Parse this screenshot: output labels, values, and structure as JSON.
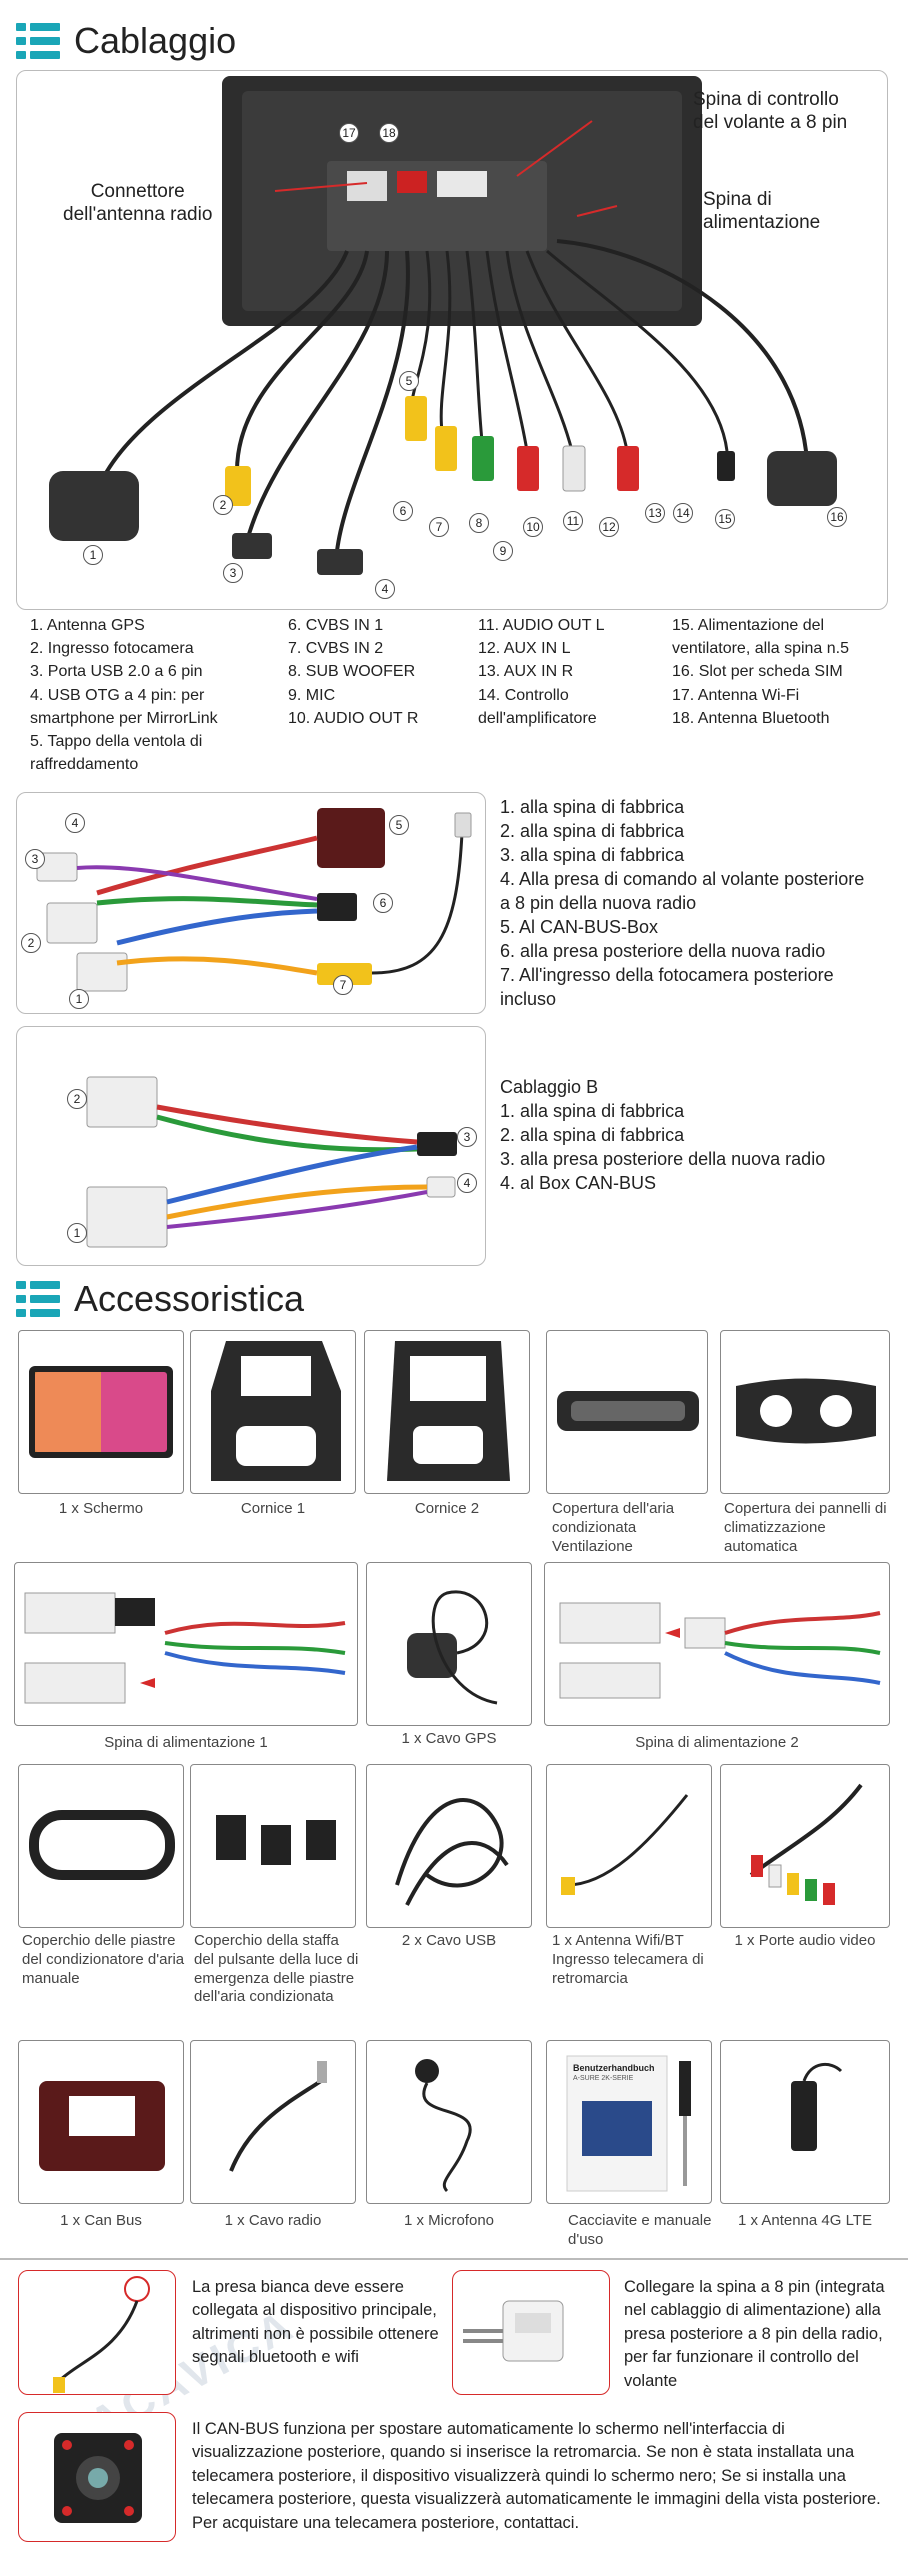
{
  "wiring": {
    "title": "Cablaggio",
    "callouts": {
      "antenna_connector": "Connettore\ndell'antenna radio",
      "steering_plug": "Spina di controllo\ndel volante a 8 pin",
      "power_plug": "Spina di\nalimentazione"
    },
    "numbers": [
      "1",
      "2",
      "3",
      "4",
      "5",
      "6",
      "7",
      "8",
      "9",
      "10",
      "11",
      "12",
      "13",
      "14",
      "15",
      "16",
      "17",
      "18"
    ],
    "legend_col1": [
      "1. Antenna GPS",
      "2. Ingresso fotocamera",
      "3. Porta USB 2.0 a 6 pin",
      "4. USB OTG a 4 pin: per smartphone per MirrorLink",
      "5. Tappo della ventola di raffreddamento"
    ],
    "legend_col2": [
      "6. CVBS IN 1",
      "7. CVBS IN 2",
      "8. SUB WOOFER",
      "9. MIC",
      "10. AUDIO OUT R"
    ],
    "legend_col3": [
      "11. AUDIO OUT L",
      "12. AUX IN L",
      "13. AUX IN R",
      "14. Controllo dell'amplificatore"
    ],
    "legend_col4": [
      "15. Alimentazione del ventilatore, alla spina n.5",
      "16. Slot per scheda SIM",
      "17. Antenna Wi-Fi",
      "18. Antenna Bluetooth"
    ],
    "harness_a": [
      "1. alla spina di fabbrica",
      "2. alla spina di fabbrica",
      "3. alla spina di fabbrica",
      "4. Alla presa di comando al volante posteriore a 8 pin della nuova radio",
      "5. Al CAN-BUS-Box",
      "6. alla presa posteriore della nuova radio",
      "7. All'ingresso della fotocamera posteriore incluso"
    ],
    "harness_b_title": "Cablaggio B",
    "harness_b": [
      "1. alla spina di fabbrica",
      "2. alla spina di fabbrica",
      "3. alla presa posteriore della nuova radio",
      "4. al Box CAN-BUS"
    ]
  },
  "accessories": {
    "title": "Accessoristica",
    "watermark": "ACAVICA",
    "items": [
      "1 x Schermo",
      "Cornice 1",
      "Cornice 2",
      "Copertura dell'aria condizionata Ventilazione",
      "Copertura dei pannelli di climatizzazione automatica",
      "Spina di alimentazione 1",
      "1 x Cavo GPS",
      "Spina di alimentazione 2",
      "Coperchio delle piastre del condizionatore d'aria manuale",
      "Coperchio della staffa del pulsante della luce di emergenza delle piastre dell'aria condizionata",
      "2 x Cavo USB",
      "1 x Antenna Wifi/BT Ingresso telecamera di retromarcia",
      "1 x Porte audio video",
      "1 x Can Bus",
      "1 x Cavo radio",
      "1 x Microfono",
      "Cacciavite e manuale d'uso",
      "1 x Antenna 4G LTE"
    ],
    "manual_label": "Benutzerhandbuch",
    "manual_sub": "A-SURE 2K-SERIE"
  },
  "notes": {
    "white_plug": "La presa bianca deve essere collegata al dispositivo principale, altrimenti non è possibile ottenere segnali bluetooth e wifi",
    "eight_pin": "Collegare la spina a 8 pin (integrata nel cablaggio di alimentazione) alla presa posteriore a 8 pin della radio, per far funzionare il controllo del volante",
    "canbus": "Il CAN-BUS funziona per spostare automaticamente lo schermo nell'interfaccia di visualizzazione posteriore, quando si inserisce la retromarcia. Se non è stata installata una telecamera posteriore, il dispositivo visualizzerà quindi lo schermo nero; Se si installa una telecamera posteriore, questa visualizzerà automaticamente le immagini della vista posteriore. Per acquistare una telecamera posteriore, contattaci."
  },
  "colors": {
    "accent": "#1aa6b7",
    "border": "#bbbbbb",
    "red_line": "#d62a2a"
  }
}
